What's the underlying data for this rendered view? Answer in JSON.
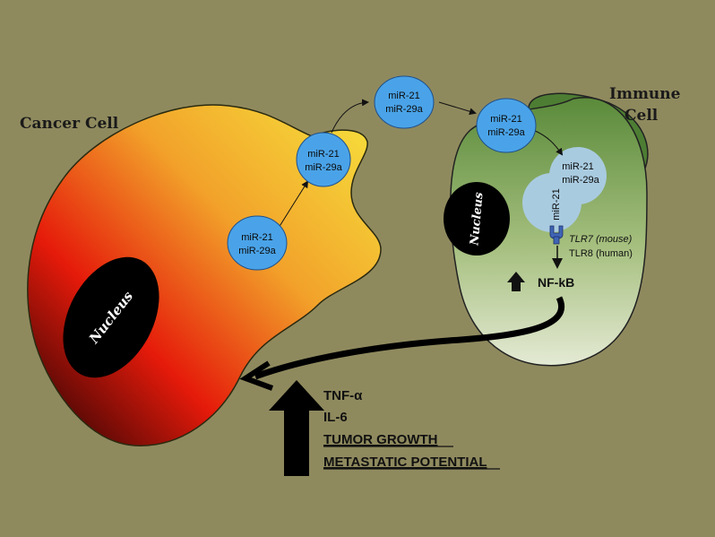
{
  "labels": {
    "cancer_cell": "Cancer Cell",
    "immune_cell_line1": "Immune",
    "immune_cell_line2": "Cell",
    "nucleus_cancer": "Nucleus",
    "nucleus_immune": "Nucleus"
  },
  "mirna": {
    "line1": "miR-21",
    "line2": "miR-29a",
    "bound": "miR-21"
  },
  "receptors": {
    "tlr7": "TLR7 (mouse)",
    "tlr8": "TLR8 (human)"
  },
  "signaling": {
    "nfkb": "NF-kB"
  },
  "outcomes": {
    "tnf": "TNF-α",
    "il6": "IL-6",
    "tumor_growth": "TUMOR GROWTH",
    "metastatic": "METASTATIC POTENTIAL"
  },
  "colors": {
    "background": "#8f8a5e",
    "mirna_fill": "#4aa3e8",
    "endosome_fill": "#a9cbe0",
    "receptor": "#3f65b5"
  },
  "icons": [
    "up-arrow-icon",
    "curved-arrow-icon"
  ]
}
